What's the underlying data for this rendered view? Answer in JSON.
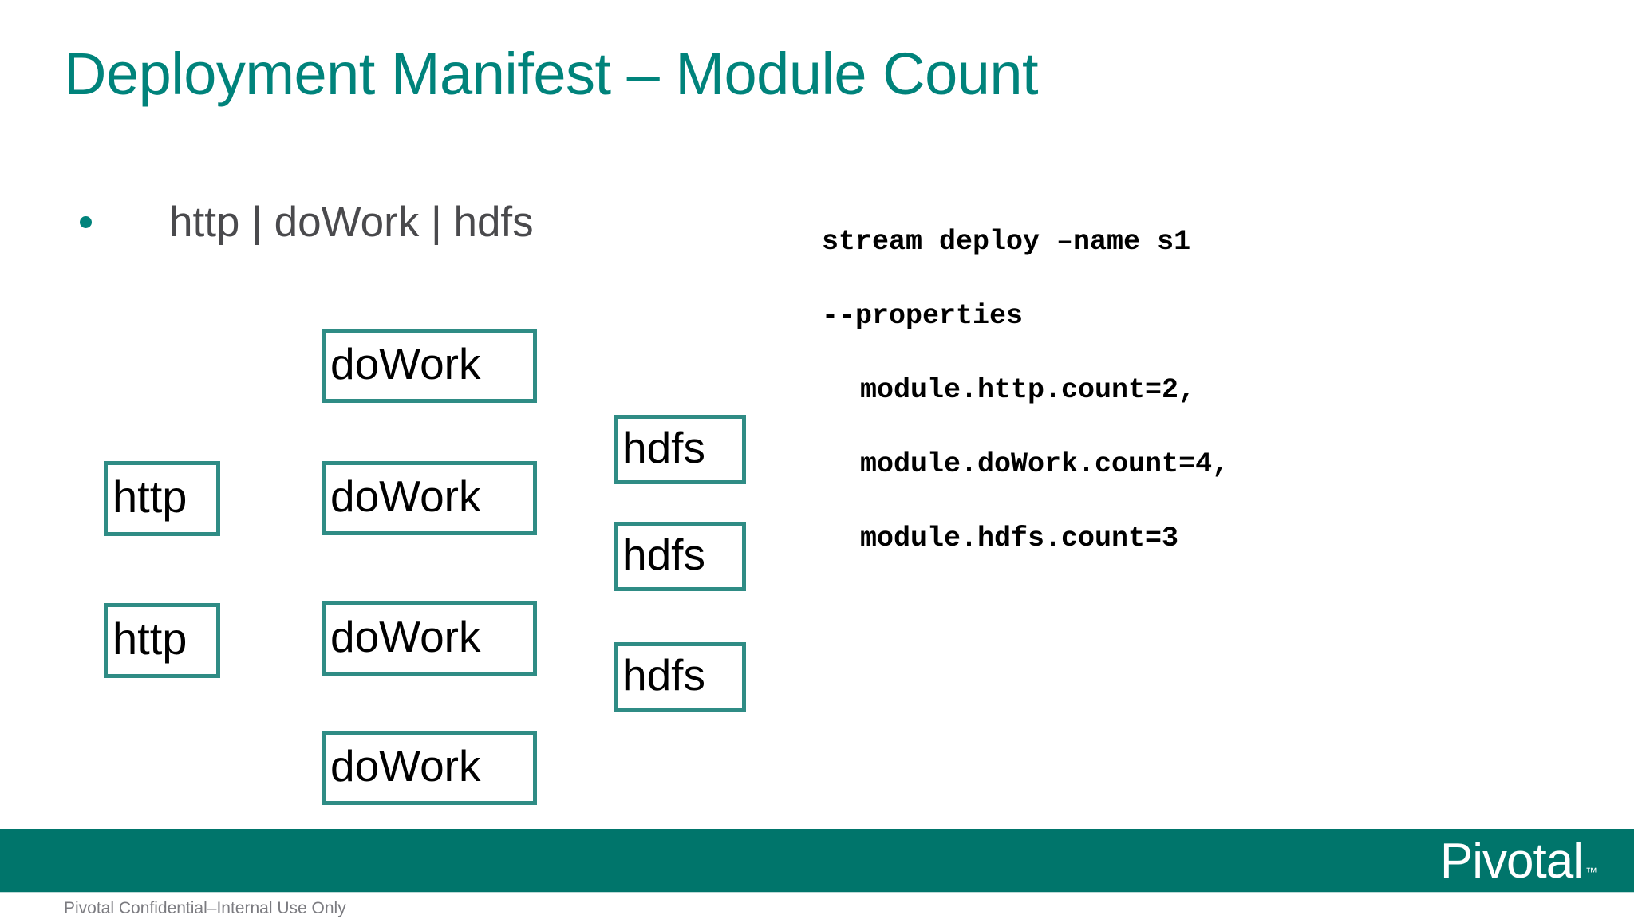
{
  "slide": {
    "title": "Deployment Manifest – Module Count",
    "title_color": "#00837b",
    "background_color": "#ffffff"
  },
  "bullet": {
    "marker": "bullet-dot",
    "marker_color": "#00837b",
    "text": "http | doWork | hdfs",
    "text_color": "#4a4a4d"
  },
  "diagram": {
    "box_border_color": "#2f8c85",
    "box_fill_color": "#ffffff",
    "box_text_color": "#000000",
    "columns": [
      {
        "name": "http",
        "count": 2,
        "boxes": [
          {
            "label": "http"
          },
          {
            "label": "http"
          }
        ]
      },
      {
        "name": "doWork",
        "count": 4,
        "boxes": [
          {
            "label": "doWork"
          },
          {
            "label": "doWork"
          },
          {
            "label": "doWork"
          },
          {
            "label": "doWork"
          }
        ]
      },
      {
        "name": "hdfs",
        "count": 3,
        "boxes": [
          {
            "label": "hdfs"
          },
          {
            "label": "hdfs"
          },
          {
            "label": "hdfs"
          }
        ]
      }
    ]
  },
  "code": {
    "lines": [
      {
        "text": "stream deploy –name s1",
        "indent": false
      },
      {
        "text": "--properties",
        "indent": false
      },
      {
        "text": "module.http.count=2,",
        "indent": true
      },
      {
        "text": "module.doWork.count=4,",
        "indent": true
      },
      {
        "text": "module.hdfs.count=3",
        "indent": true
      }
    ]
  },
  "footer": {
    "bar_color": "#00756b",
    "logo_text": "Pivotal",
    "logo_tm": "™",
    "confidential_note": "Pivotal Confidential–Internal Use Only"
  }
}
